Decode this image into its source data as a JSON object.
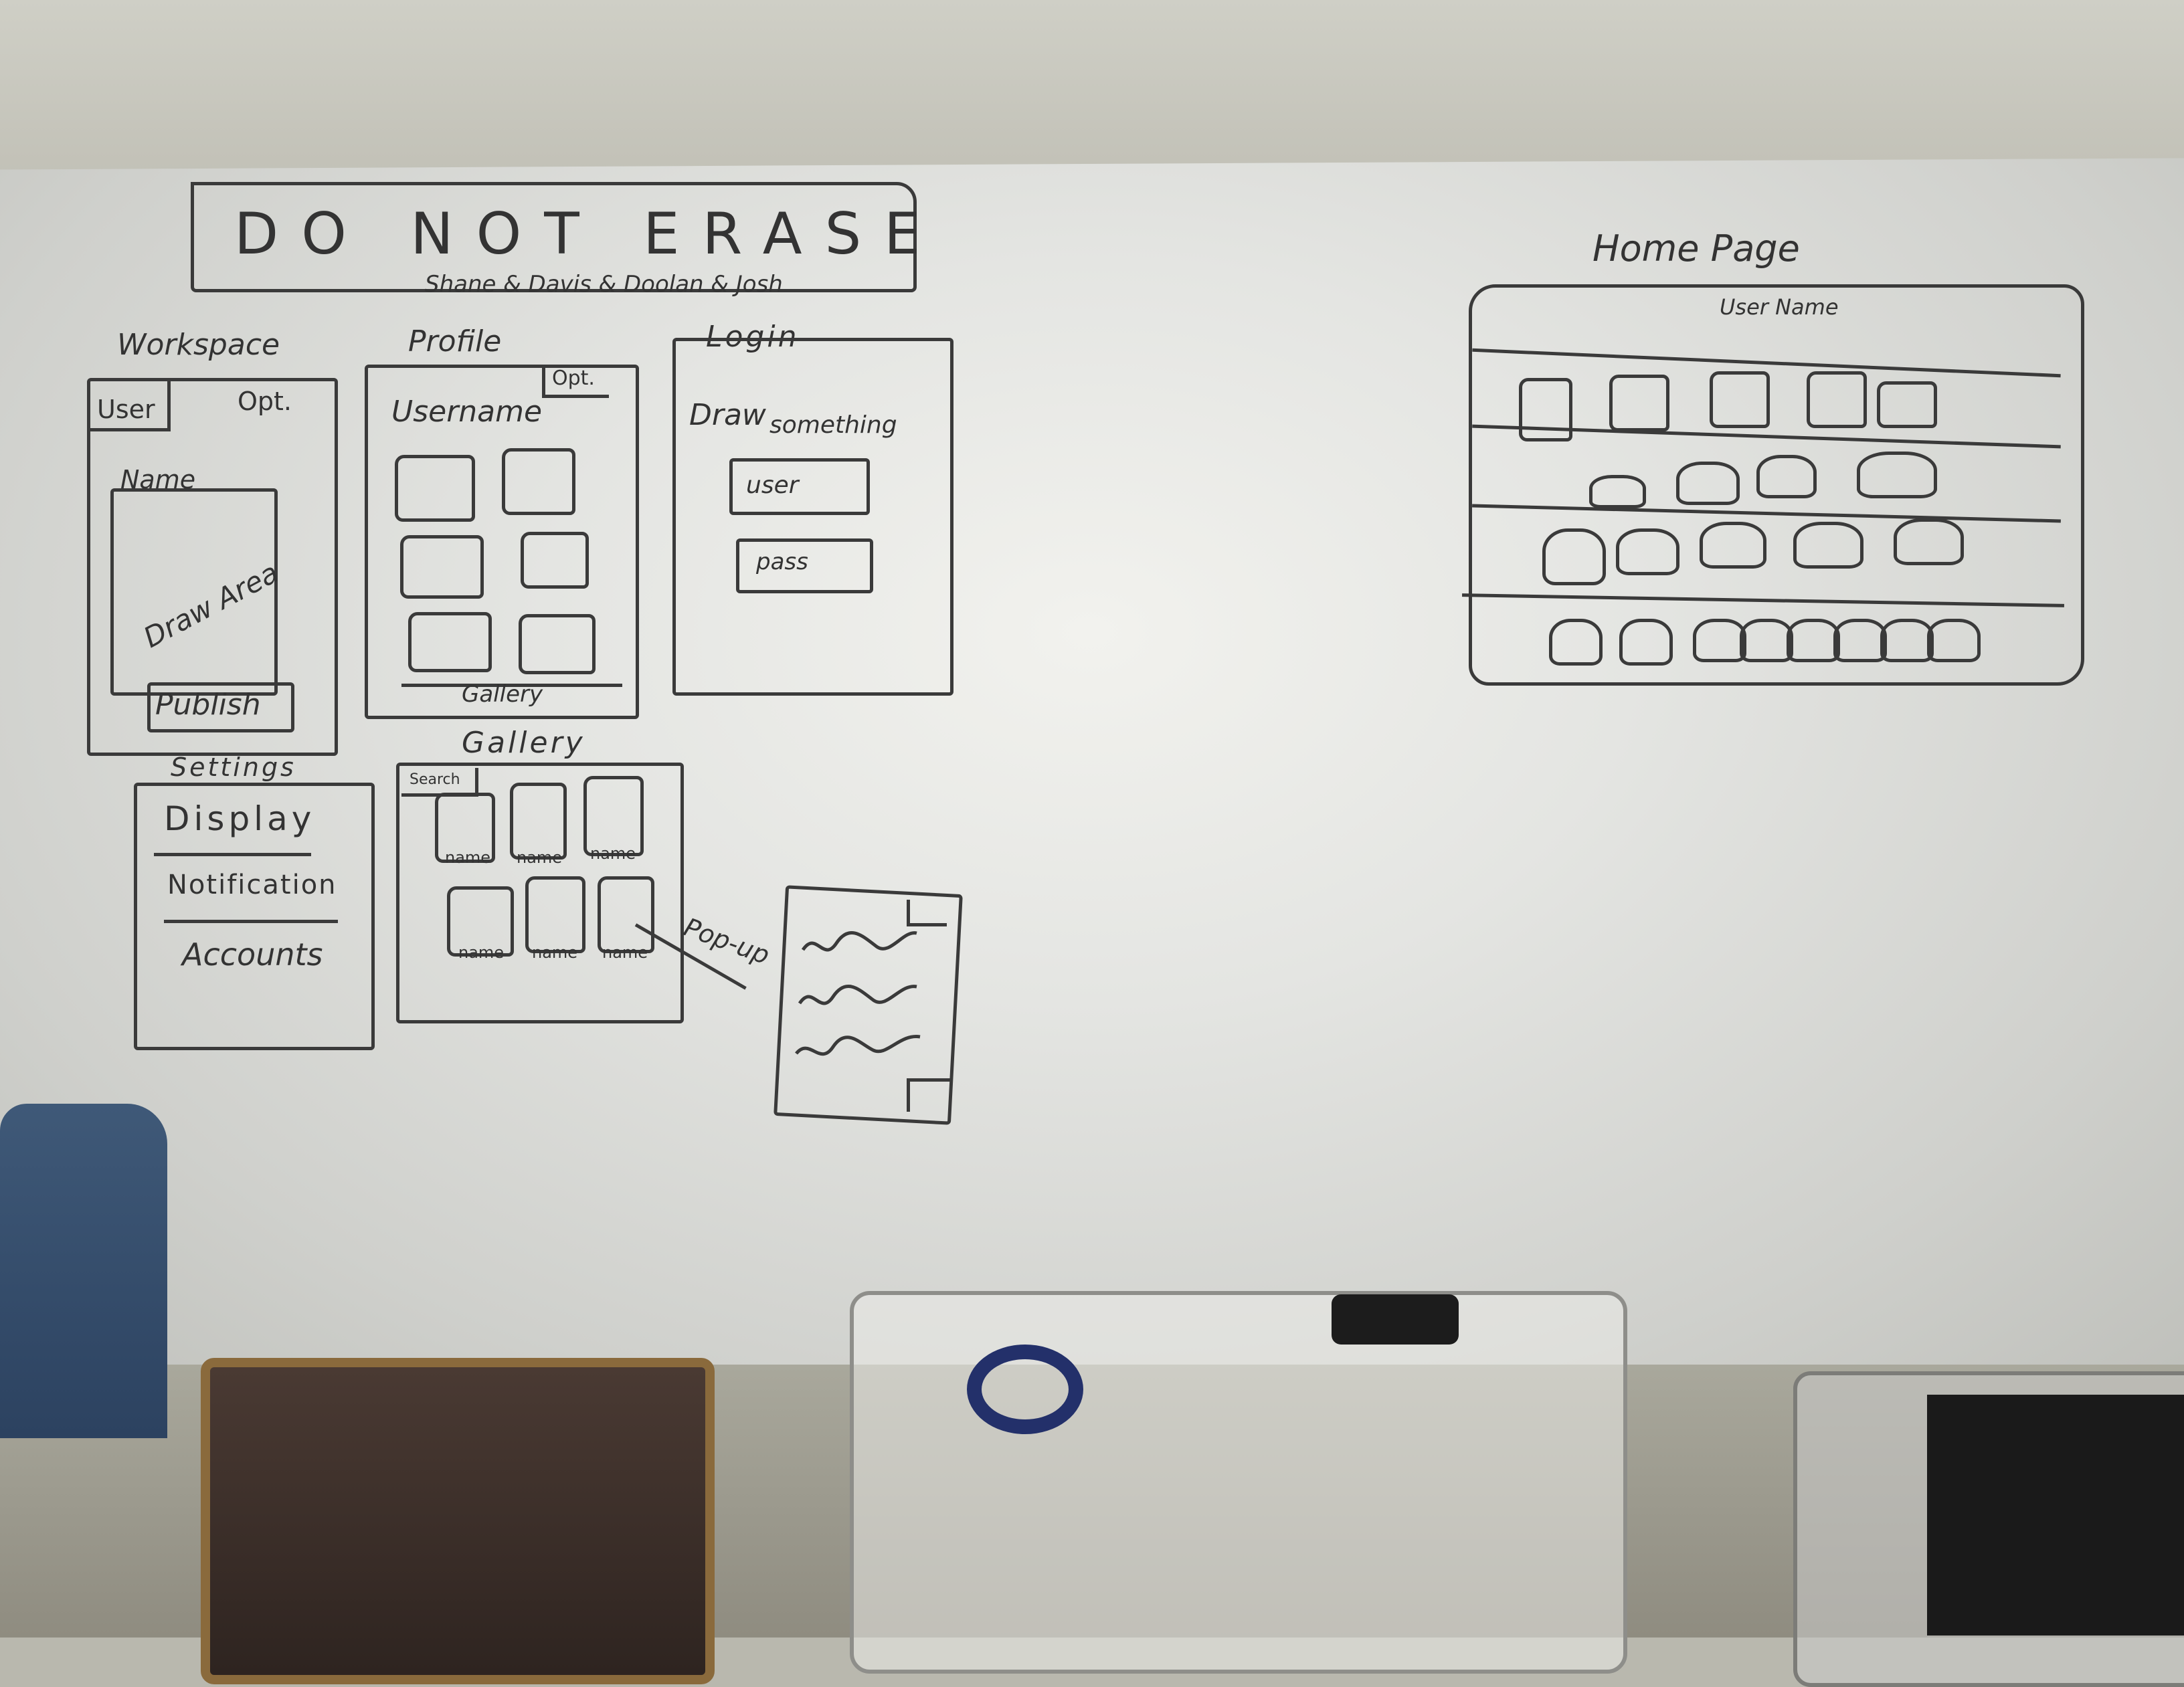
{
  "header": {
    "title": "DO NOT ERASE",
    "names": "Shane & Davis & Doolan & Josh"
  },
  "workspace": {
    "heading": "Workspace",
    "user_tab": "User",
    "opt_tab": "Opt.",
    "name_label": "Name",
    "draw_area": "Draw Area",
    "publish": "Publish"
  },
  "profile": {
    "heading": "Profile",
    "opt": "Opt.",
    "username": "Username",
    "gallery": "Gallery"
  },
  "login": {
    "heading": "Login",
    "prompt_1": "Draw",
    "prompt_2": "something",
    "user_field": "user",
    "pass_field": "pass"
  },
  "settings": {
    "heading": "Settings",
    "items": [
      "Display",
      "Notification",
      "Accounts"
    ]
  },
  "gallery": {
    "heading": "Gallery",
    "search": "Search",
    "names": [
      "name",
      "name",
      "name",
      "name",
      "name",
      "name"
    ],
    "popup_label": "Pop-up"
  },
  "home": {
    "title": "Home Page",
    "user_name": "User Name"
  }
}
